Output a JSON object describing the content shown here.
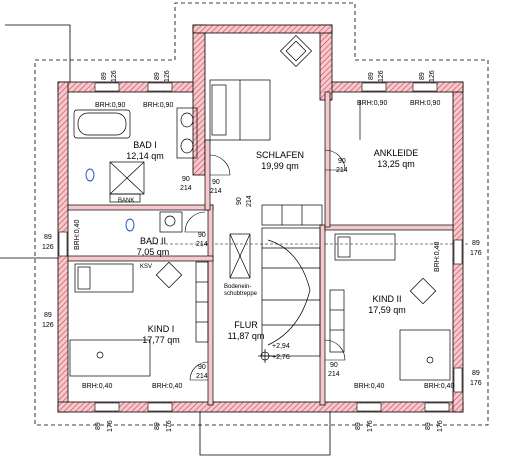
{
  "rooms": {
    "bad1": {
      "name": "BAD I",
      "area": "12,14 qm"
    },
    "bad2": {
      "name": "BAD II",
      "area": "7,05 qm"
    },
    "schlafen": {
      "name": "SCHLAFEN",
      "area": "19,99 qm"
    },
    "ankleide": {
      "name": "ANKLEIDE",
      "area": "13,25 qm"
    },
    "kind1": {
      "name": "KIND I",
      "area": "17,77 qm"
    },
    "kind2": {
      "name": "KIND II",
      "area": "17,59 qm"
    },
    "flur": {
      "name": "FLUR",
      "area": "11,87 qm"
    }
  },
  "labels": {
    "bank": "BANK",
    "ksv": "KSV",
    "stair_line1": "Bodenein-",
    "stair_line2": "schubtreppe",
    "level1": "+2,94",
    "level2": "+2,76"
  },
  "brh": {
    "b090": "BRH:0,90",
    "b040": "BRH:0,40"
  },
  "openings": {
    "w89": "89",
    "h126": "126",
    "h176": "176",
    "d90": "90",
    "d214": "214"
  },
  "colors": {
    "wall": "#f2b8bc",
    "hatch": "#c94050",
    "line": "#000000"
  }
}
